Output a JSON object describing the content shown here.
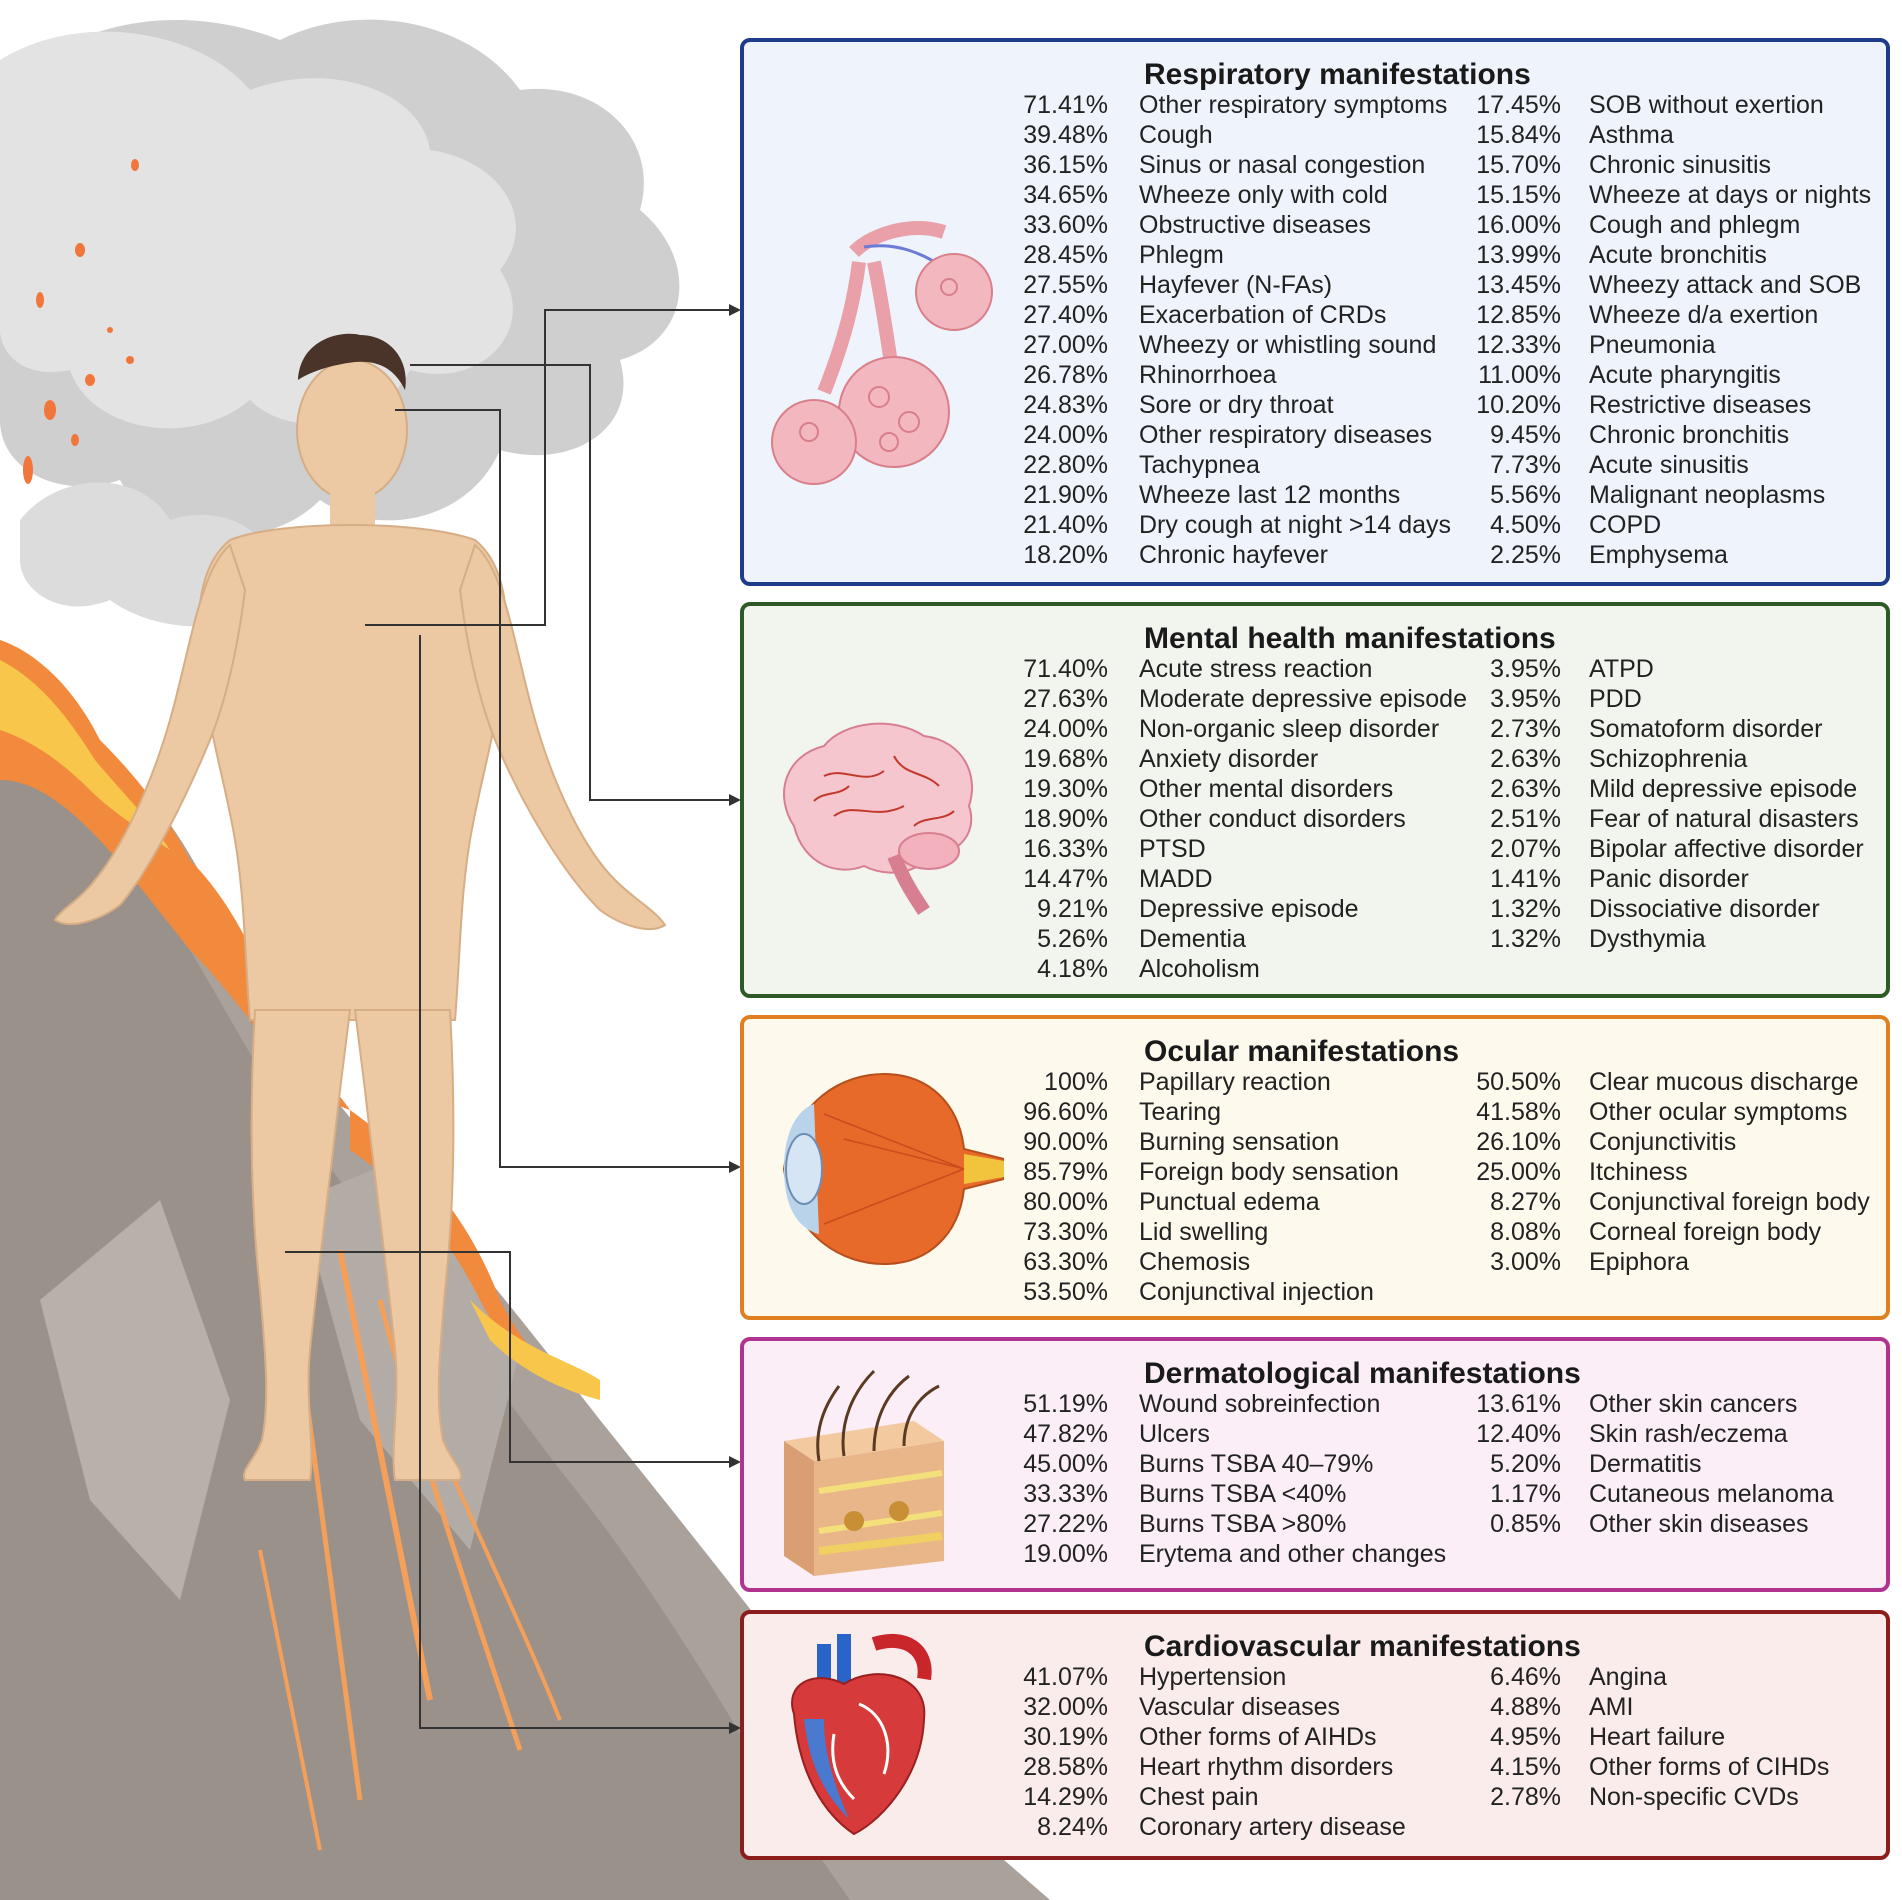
{
  "panels": [
    {
      "id": "respiratory",
      "title": "Respiratory manifestations",
      "colors": {
        "border": "#1f3c8a",
        "fill": "#eef3fc"
      },
      "left": [
        {
          "pct": "71.41%",
          "label": "Other respiratory symptoms"
        },
        {
          "pct": "39.48%",
          "label": "Cough"
        },
        {
          "pct": "36.15%",
          "label": "Sinus or nasal congestion"
        },
        {
          "pct": "34.65%",
          "label": "Wheeze only with cold"
        },
        {
          "pct": "33.60%",
          "label": "Obstructive diseases"
        },
        {
          "pct": "28.45%",
          "label": "Phlegm"
        },
        {
          "pct": "27.55%",
          "label": "Hayfever (N-FAs)"
        },
        {
          "pct": "27.40%",
          "label": "Exacerbation of CRDs"
        },
        {
          "pct": "27.00%",
          "label": "Wheezy or whistling sound"
        },
        {
          "pct": "26.78%",
          "label": "Rhinorrhoea"
        },
        {
          "pct": "24.83%",
          "label": "Sore or dry throat"
        },
        {
          "pct": "24.00%",
          "label": "Other respiratory diseases"
        },
        {
          "pct": "22.80%",
          "label": "Tachypnea"
        },
        {
          "pct": "21.90%",
          "label": "Wheeze last 12 months"
        },
        {
          "pct": "21.40%",
          "label": "Dry cough at night >14 days"
        },
        {
          "pct": "18.20%",
          "label": "Chronic hayfever"
        }
      ],
      "right": [
        {
          "pct": "17.45%",
          "label": "SOB without exertion"
        },
        {
          "pct": "15.84%",
          "label": "Asthma"
        },
        {
          "pct": "15.70%",
          "label": "Chronic sinusitis"
        },
        {
          "pct": "15.15%",
          "label": "Wheeze at days or nights"
        },
        {
          "pct": "16.00%",
          "label": "Cough and phlegm"
        },
        {
          "pct": "13.99%",
          "label": "Acute bronchitis"
        },
        {
          "pct": "13.45%",
          "label": "Wheezy attack and SOB"
        },
        {
          "pct": "12.85%",
          "label": "Wheeze d/a exertion"
        },
        {
          "pct": "12.33%",
          "label": "Pneumonia"
        },
        {
          "pct": "11.00%",
          "label": "Acute pharyngitis"
        },
        {
          "pct": "10.20%",
          "label": "Restrictive diseases"
        },
        {
          "pct": "9.45%",
          "label": "Chronic bronchitis"
        },
        {
          "pct": "7.73%",
          "label": "Acute sinusitis"
        },
        {
          "pct": "5.56%",
          "label": "Malignant neoplasms"
        },
        {
          "pct": "4.50%",
          "label": "COPD"
        },
        {
          "pct": "2.25%",
          "label": "Emphysema"
        }
      ]
    },
    {
      "id": "mental",
      "title": "Mental health manifestations",
      "colors": {
        "border": "#2d5a27",
        "fill": "#f1f5ee"
      },
      "left": [
        {
          "pct": "71.40%",
          "label": "Acute stress reaction"
        },
        {
          "pct": "27.63%",
          "label": "Moderate depressive episode"
        },
        {
          "pct": "24.00%",
          "label": "Non-organic sleep disorder"
        },
        {
          "pct": "19.68%",
          "label": "Anxiety disorder"
        },
        {
          "pct": "19.30%",
          "label": "Other mental disorders"
        },
        {
          "pct": "18.90%",
          "label": "Other conduct disorders"
        },
        {
          "pct": "16.33%",
          "label": "PTSD"
        },
        {
          "pct": "14.47%",
          "label": "MADD"
        },
        {
          "pct": "9.21%",
          "label": "Depressive episode"
        },
        {
          "pct": "5.26%",
          "label": "Dementia"
        },
        {
          "pct": "4.18%",
          "label": "Alcoholism"
        }
      ],
      "right": [
        {
          "pct": "3.95%",
          "label": "ATPD"
        },
        {
          "pct": "3.95%",
          "label": "PDD"
        },
        {
          "pct": "2.73%",
          "label": "Somatoform disorder"
        },
        {
          "pct": "2.63%",
          "label": "Schizophrenia"
        },
        {
          "pct": "2.63%",
          "label": "Mild depressive episode"
        },
        {
          "pct": "2.51%",
          "label": "Fear of natural disasters"
        },
        {
          "pct": "2.07%",
          "label": "Bipolar affective disorder"
        },
        {
          "pct": "1.41%",
          "label": "Panic disorder"
        },
        {
          "pct": "1.32%",
          "label": "Dissociative disorder"
        },
        {
          "pct": "1.32%",
          "label": "Dysthymia"
        }
      ]
    },
    {
      "id": "ocular",
      "title": "Ocular manifestations",
      "colors": {
        "border": "#e07f1f",
        "fill": "#fdf9ec"
      },
      "left": [
        {
          "pct": "100%",
          "label": "Papillary reaction"
        },
        {
          "pct": "96.60%",
          "label": "Tearing"
        },
        {
          "pct": "90.00%",
          "label": "Burning sensation"
        },
        {
          "pct": "85.79%",
          "label": "Foreign body sensation"
        },
        {
          "pct": "80.00%",
          "label": "Punctual edema"
        },
        {
          "pct": "73.30%",
          "label": "Lid swelling"
        },
        {
          "pct": "63.30%",
          "label": "Chemosis"
        },
        {
          "pct": "53.50%",
          "label": "Conjunctival injection"
        }
      ],
      "right": [
        {
          "pct": "50.50%",
          "label": "Clear mucous discharge"
        },
        {
          "pct": "41.58%",
          "label": "Other ocular symptoms"
        },
        {
          "pct": "26.10%",
          "label": "Conjunctivitis"
        },
        {
          "pct": "25.00%",
          "label": "Itchiness"
        },
        {
          "pct": "8.27%",
          "label": "Conjunctival foreign body"
        },
        {
          "pct": "8.08%",
          "label": "Corneal foreign body"
        },
        {
          "pct": "3.00%",
          "label": "Epiphora"
        }
      ]
    },
    {
      "id": "dermatological",
      "title": "Dermatological manifestations",
      "colors": {
        "border": "#b0338f",
        "fill": "#fbeef7"
      },
      "left": [
        {
          "pct": "51.19%",
          "label": "Wound sobreinfection"
        },
        {
          "pct": "47.82%",
          "label": "Ulcers"
        },
        {
          "pct": "45.00%",
          "label": "Burns TSBA 40–79%"
        },
        {
          "pct": "33.33%",
          "label": "Burns TSBA <40%"
        },
        {
          "pct": "27.22%",
          "label": "Burns TSBA >80%"
        },
        {
          "pct": "19.00%",
          "label": "Erytema and other changes"
        }
      ],
      "right": [
        {
          "pct": "13.61%",
          "label": "Other skin cancers"
        },
        {
          "pct": "12.40%",
          "label": "Skin rash/eczema"
        },
        {
          "pct": "5.20%",
          "label": "Dermatitis"
        },
        {
          "pct": "1.17%",
          "label": "Cutaneous melanoma"
        },
        {
          "pct": "0.85%",
          "label": "Other skin diseases"
        }
      ]
    },
    {
      "id": "cardiovascular",
      "title": "Cardiovascular manifestations",
      "colors": {
        "border": "#8c1d1d",
        "fill": "#fbecec"
      },
      "left": [
        {
          "pct": "41.07%",
          "label": "Hypertension"
        },
        {
          "pct": "32.00%",
          "label": "Vascular diseases"
        },
        {
          "pct": "30.19%",
          "label": "Other forms of AIHDs"
        },
        {
          "pct": "28.58%",
          "label": "Heart rhythm disorders"
        },
        {
          "pct": "14.29%",
          "label": "Chest pain"
        },
        {
          "pct": "8.24%",
          "label": "Coronary artery disease"
        }
      ],
      "right": [
        {
          "pct": "6.46%",
          "label": "Angina"
        },
        {
          "pct": "4.88%",
          "label": "AMI"
        },
        {
          "pct": "4.95%",
          "label": "Heart failure"
        },
        {
          "pct": "4.15%",
          "label": "Other forms of CIHDs"
        },
        {
          "pct": "2.78%",
          "label": "Non-specific CVDs"
        }
      ]
    }
  ],
  "illustrations": {
    "background": [
      "volcano-icon",
      "smoke-cloud-icon",
      "lava-flow-icon"
    ],
    "figure": "human-body-icon",
    "organs": [
      "lungs-icon",
      "brain-icon",
      "eye-icon",
      "skin-icon",
      "heart-icon"
    ]
  }
}
